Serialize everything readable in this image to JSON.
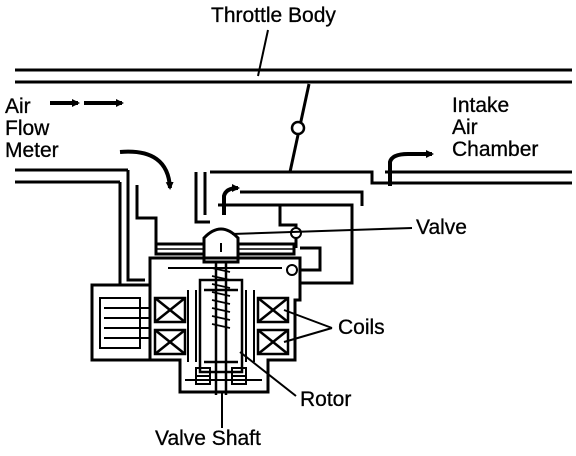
{
  "labels": {
    "throttle_body": "Throttle Body",
    "air_flow_meter": [
      "Air",
      "Flow",
      "Meter"
    ],
    "intake_air_chamber": [
      "Intake",
      "Air",
      "Chamber"
    ],
    "valve": "Valve",
    "coils": "Coils",
    "rotor": "Rotor",
    "valve_shaft": "Valve Shaft"
  },
  "colors": {
    "ink": "#000000",
    "paper": "#ffffff"
  }
}
